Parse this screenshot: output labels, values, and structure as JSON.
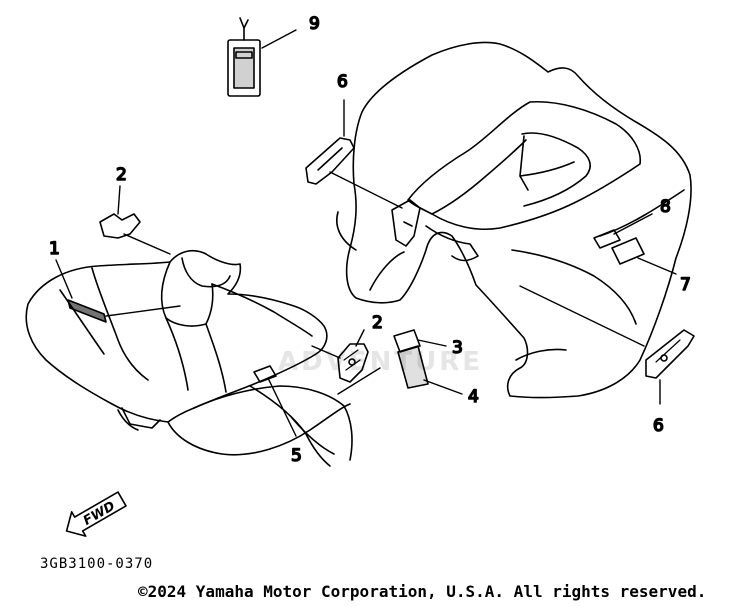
{
  "diagram": {
    "callouts": [
      {
        "id": "callout-1",
        "label": "1"
      },
      {
        "id": "callout-2-left",
        "label": "2"
      },
      {
        "id": "callout-2-center",
        "label": "2"
      },
      {
        "id": "callout-3",
        "label": "3"
      },
      {
        "id": "callout-4",
        "label": "4"
      },
      {
        "id": "callout-5",
        "label": "5"
      },
      {
        "id": "callout-6-top",
        "label": "6"
      },
      {
        "id": "callout-6-bottom",
        "label": "6"
      },
      {
        "id": "callout-7",
        "label": "7"
      },
      {
        "id": "callout-8",
        "label": "8"
      },
      {
        "id": "callout-9",
        "label": "9"
      }
    ],
    "fwd_label": "FWD",
    "diagram_code": "3GB3100-0370",
    "copyright": "©2024 Yamaha Motor Corporation, U.S.A. All rights reserved.",
    "watermark": "ADVENTURE"
  }
}
